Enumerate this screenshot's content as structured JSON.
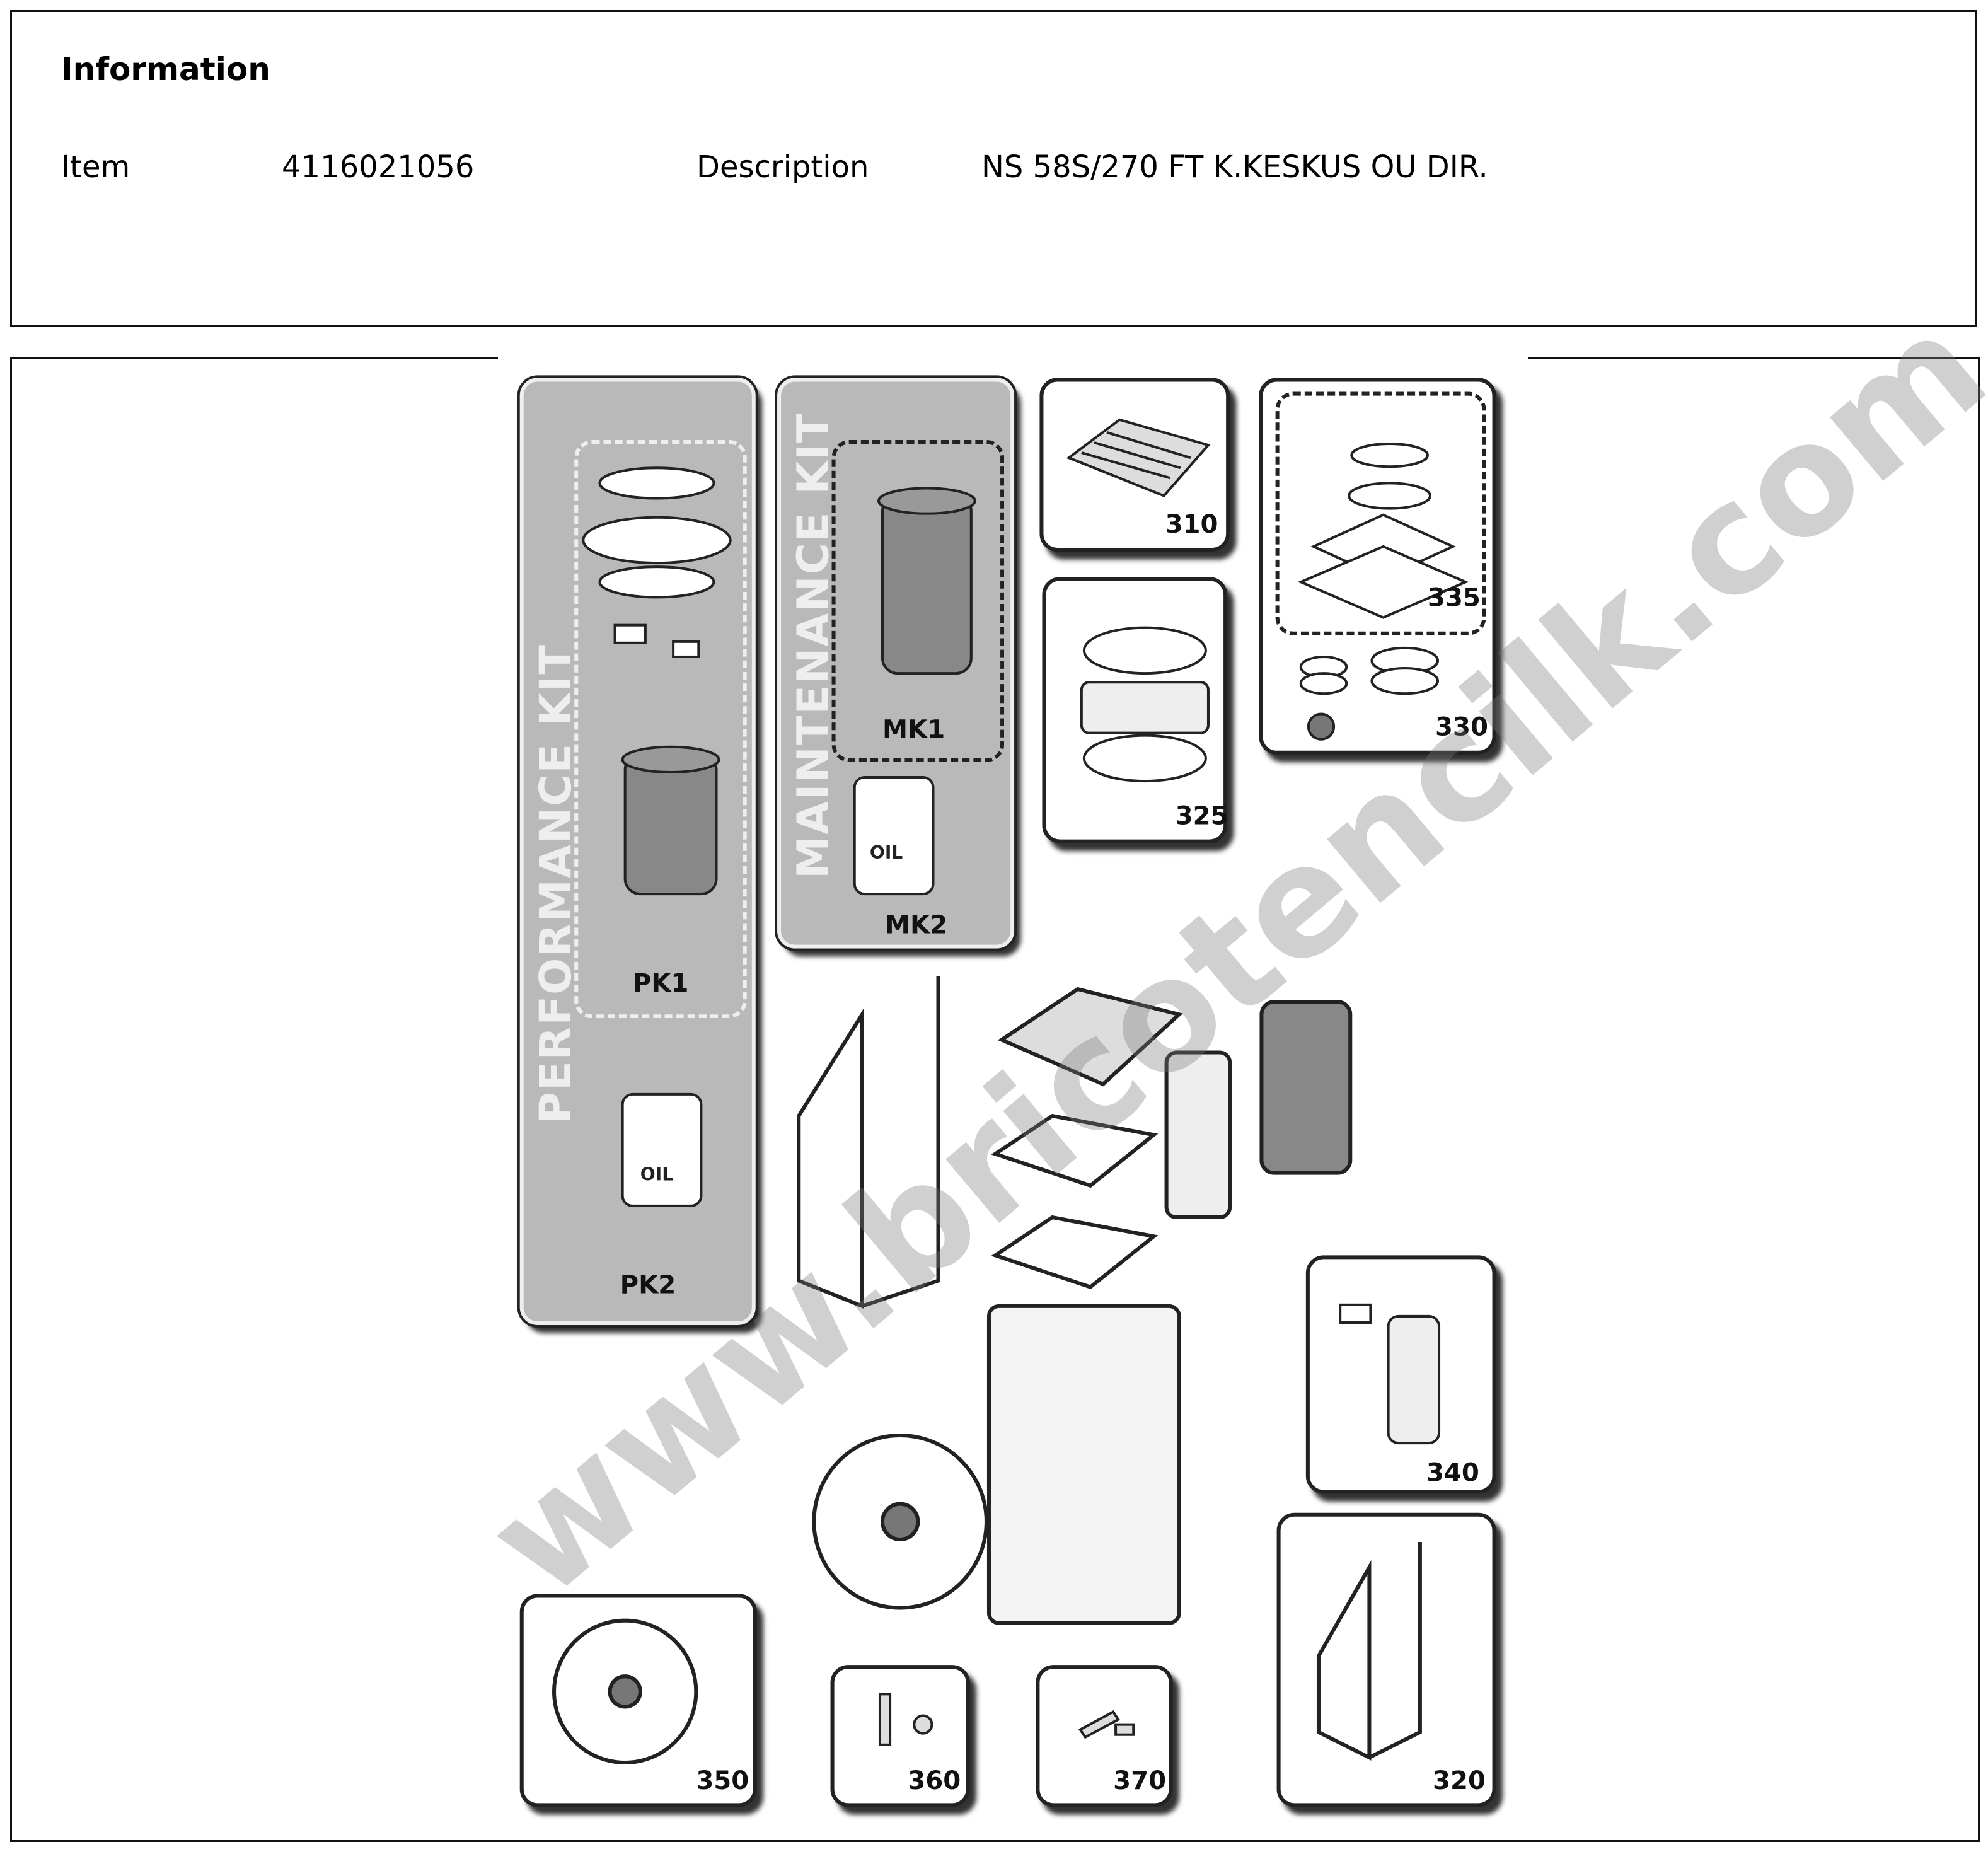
{
  "information": {
    "title": "Information",
    "item_label": "Item",
    "item_value": "4116021056",
    "description_label": "Description",
    "description_value": "NS 58S/270 FT K.KESKUS OU DIR."
  },
  "diagram": {
    "kits": {
      "performance_title": "PERFORMANCE KIT",
      "maintenance_title": "MAINTENANCE KIT"
    },
    "labels": {
      "pk1": "PK1",
      "pk2": "PK2",
      "mk1": "MK1",
      "mk2": "MK2",
      "p310": "310",
      "p325": "325",
      "p335": "335",
      "p330": "330",
      "p340": "340",
      "p320": "320",
      "p350": "350",
      "p360": "360",
      "p370": "370",
      "oil": "OIL"
    },
    "watermark": "www.bricotencilk.com"
  }
}
